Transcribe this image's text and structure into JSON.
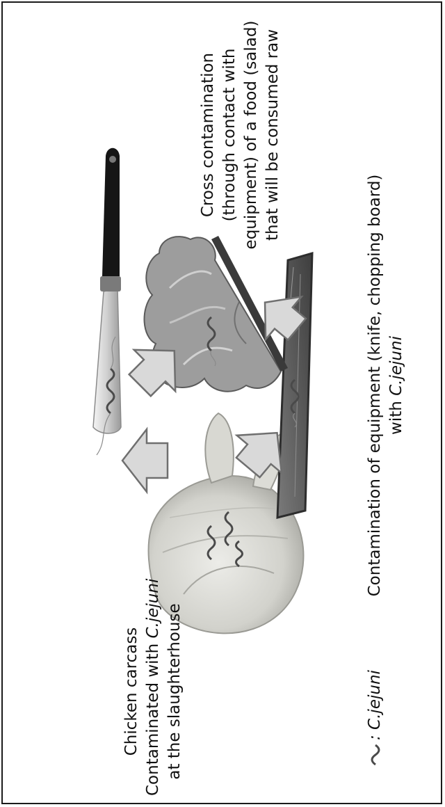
{
  "labels": {
    "carcass": {
      "line1": "Chicken carcass",
      "line2_prefix": "Contaminated with ",
      "line2_italic": "C.jejuni",
      "line3": "at the slaughterhouse"
    },
    "equipment": {
      "line1": "Contamination of equipment (knife, chopping board)",
      "line2_prefix": "with ",
      "line2_italic": "C.jejuni"
    },
    "cross": {
      "line1": "Cross contamination",
      "line2": "(through contact with",
      "line3": "equipment) of a food (salad)",
      "line4": "that will be consumed raw"
    },
    "legend": {
      "text": ": C.jejuni"
    }
  },
  "colors": {
    "arrow_fill": "#d9d9d9",
    "arrow_stroke": "#6f6f6f",
    "bacteria": "#4a4a4a",
    "chicken": "#d6d6d0",
    "knife_handle": "#151515",
    "board": "#5a5a5a",
    "salad": "#7a7a7a"
  }
}
